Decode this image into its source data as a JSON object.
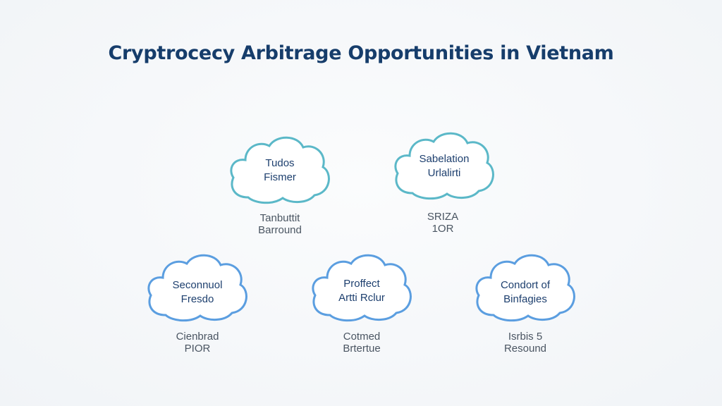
{
  "title": "Cryptrocecy Arbitrage Opportunities in Vietnam",
  "colors": {
    "title": "#163d6b",
    "cloud_top": "#5bb8c8",
    "cloud_bottom": "#5b9ee0"
  },
  "nodes": [
    {
      "label": [
        "Tudos",
        "Fismer"
      ],
      "caption": [
        "Tanbuttit",
        "Barround"
      ]
    },
    {
      "label": [
        "Sabelation",
        "Urlalirti"
      ],
      "caption": [
        "SRIZA",
        "1OR"
      ]
    },
    {
      "label": [
        "Seconnuol",
        "Fresdo"
      ],
      "caption": [
        "Cienbrad",
        "PIOR"
      ]
    },
    {
      "label": [
        "Proffect",
        "Artti Rclur"
      ],
      "caption": [
        "Cotmed",
        "Brtertue"
      ]
    },
    {
      "label": [
        "Condort of",
        "Binfagies"
      ],
      "caption": [
        "Isrbis 5",
        "Resound"
      ]
    }
  ]
}
